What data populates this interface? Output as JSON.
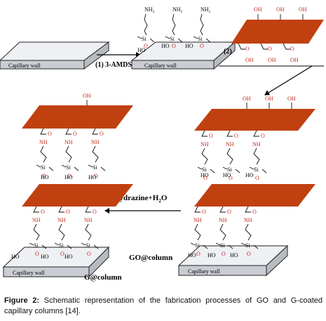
{
  "labels": {
    "capillary_wall": "Capillary wall",
    "step1": "(1) 3-AMDS",
    "step2": "(2)",
    "hydrazine": "Hydrazine+H",
    "hydrazine_sub": "2",
    "hydrazine_tail": "O",
    "go_column": "GO@column",
    "g_column": "G@column"
  },
  "chem": {
    "nh2": "NH",
    "nh2_sub": "2",
    "oh": "OH",
    "ho": "HO",
    "nh": "NH",
    "si": "Si",
    "o": "O"
  },
  "colors": {
    "graphene_oxide": "#c0400f",
    "wall_fill": "#eef0f3",
    "wall_side": "#c9cdd3",
    "red_text": "#c0281b"
  },
  "caption": {
    "bold": "Figure 2:",
    "text": " Schematic representation of the fabrication processes of GO and G-coated capillary columns [14]."
  }
}
